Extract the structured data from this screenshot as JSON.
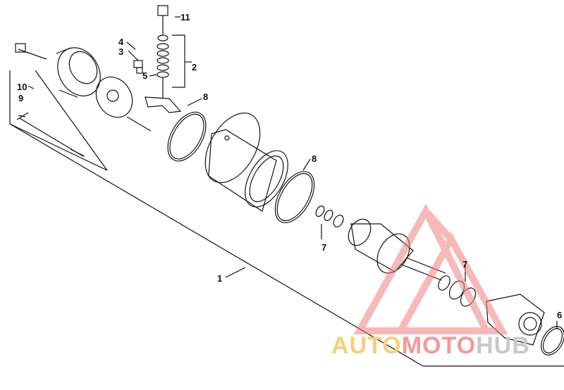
{
  "diagram": {
    "callouts": [
      "1",
      "2",
      "3",
      "4",
      "5",
      "6",
      "7",
      "8",
      "9",
      "10",
      "11"
    ],
    "callout_7_second": "7",
    "callout_8_second": "8"
  },
  "watermark": {
    "part1": "AUTO",
    "part2": "MOTO",
    "part3": "HUB",
    "colors": {
      "auto": "#f6cf7c",
      "moto": "#f29a98",
      "hub": "#c9c9c9",
      "triangle": "#f08080"
    }
  }
}
